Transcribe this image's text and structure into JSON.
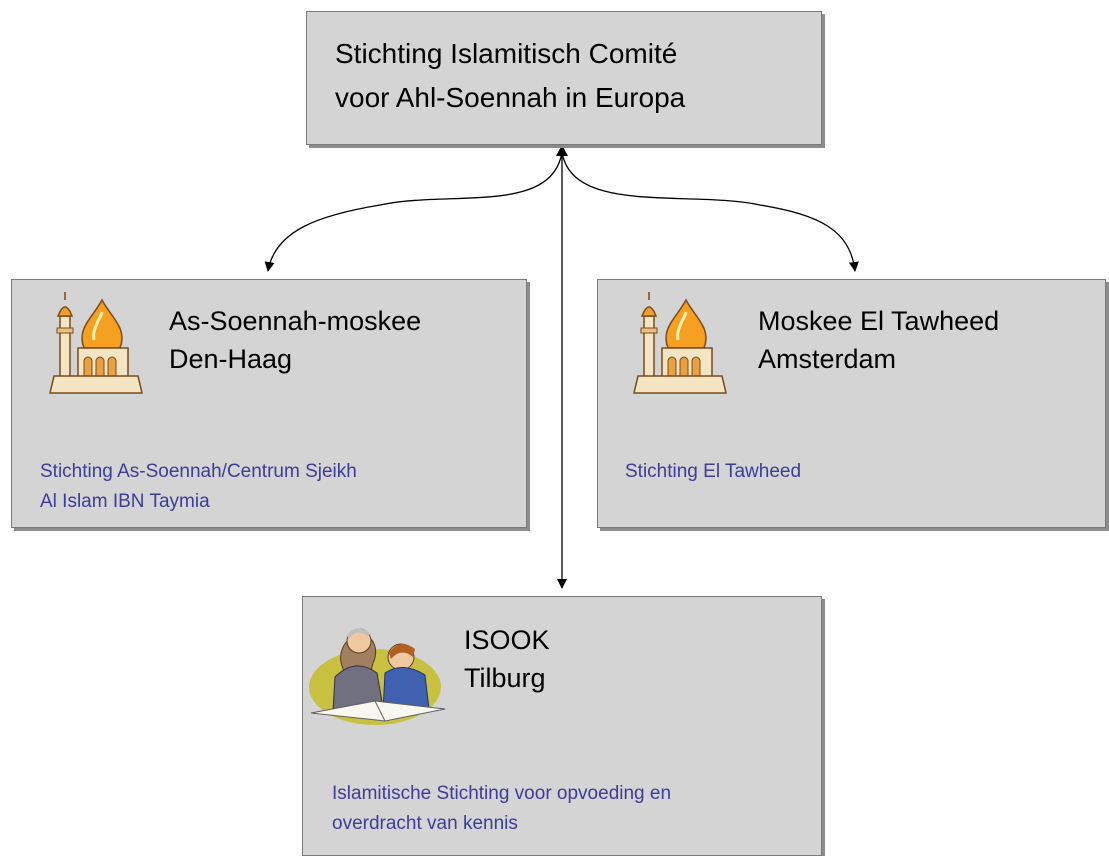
{
  "top": {
    "title_line1": "Stichting Islamitisch Comité",
    "title_line2": "voor Ahl-Soennah in Europa"
  },
  "left": {
    "title_line1": "As-Soennah-moskee",
    "title_line2": "Den-Haag",
    "desc_line1": "Stichting As-Soennah/Centrum Sjeikh",
    "desc_line2": "Al Islam IBN Taymia",
    "icon": "mosque-icon"
  },
  "right": {
    "title_line1": "Moskee El Tawheed",
    "title_line2": "Amsterdam",
    "desc_line1": "Stichting El Tawheed",
    "icon": "mosque-icon"
  },
  "bottom": {
    "title_line1": "ISOOK",
    "title_line2": "Tilburg",
    "desc_line1": "Islamitische Stichting voor opvoeding en",
    "desc_line2": "overdracht van kennis",
    "icon": "teacher-student-icon"
  },
  "colors": {
    "box_fill": "#d4d4d4",
    "box_shadow": "#8c8c8c",
    "description_text": "#3c3c9a",
    "connector": "#000000"
  }
}
